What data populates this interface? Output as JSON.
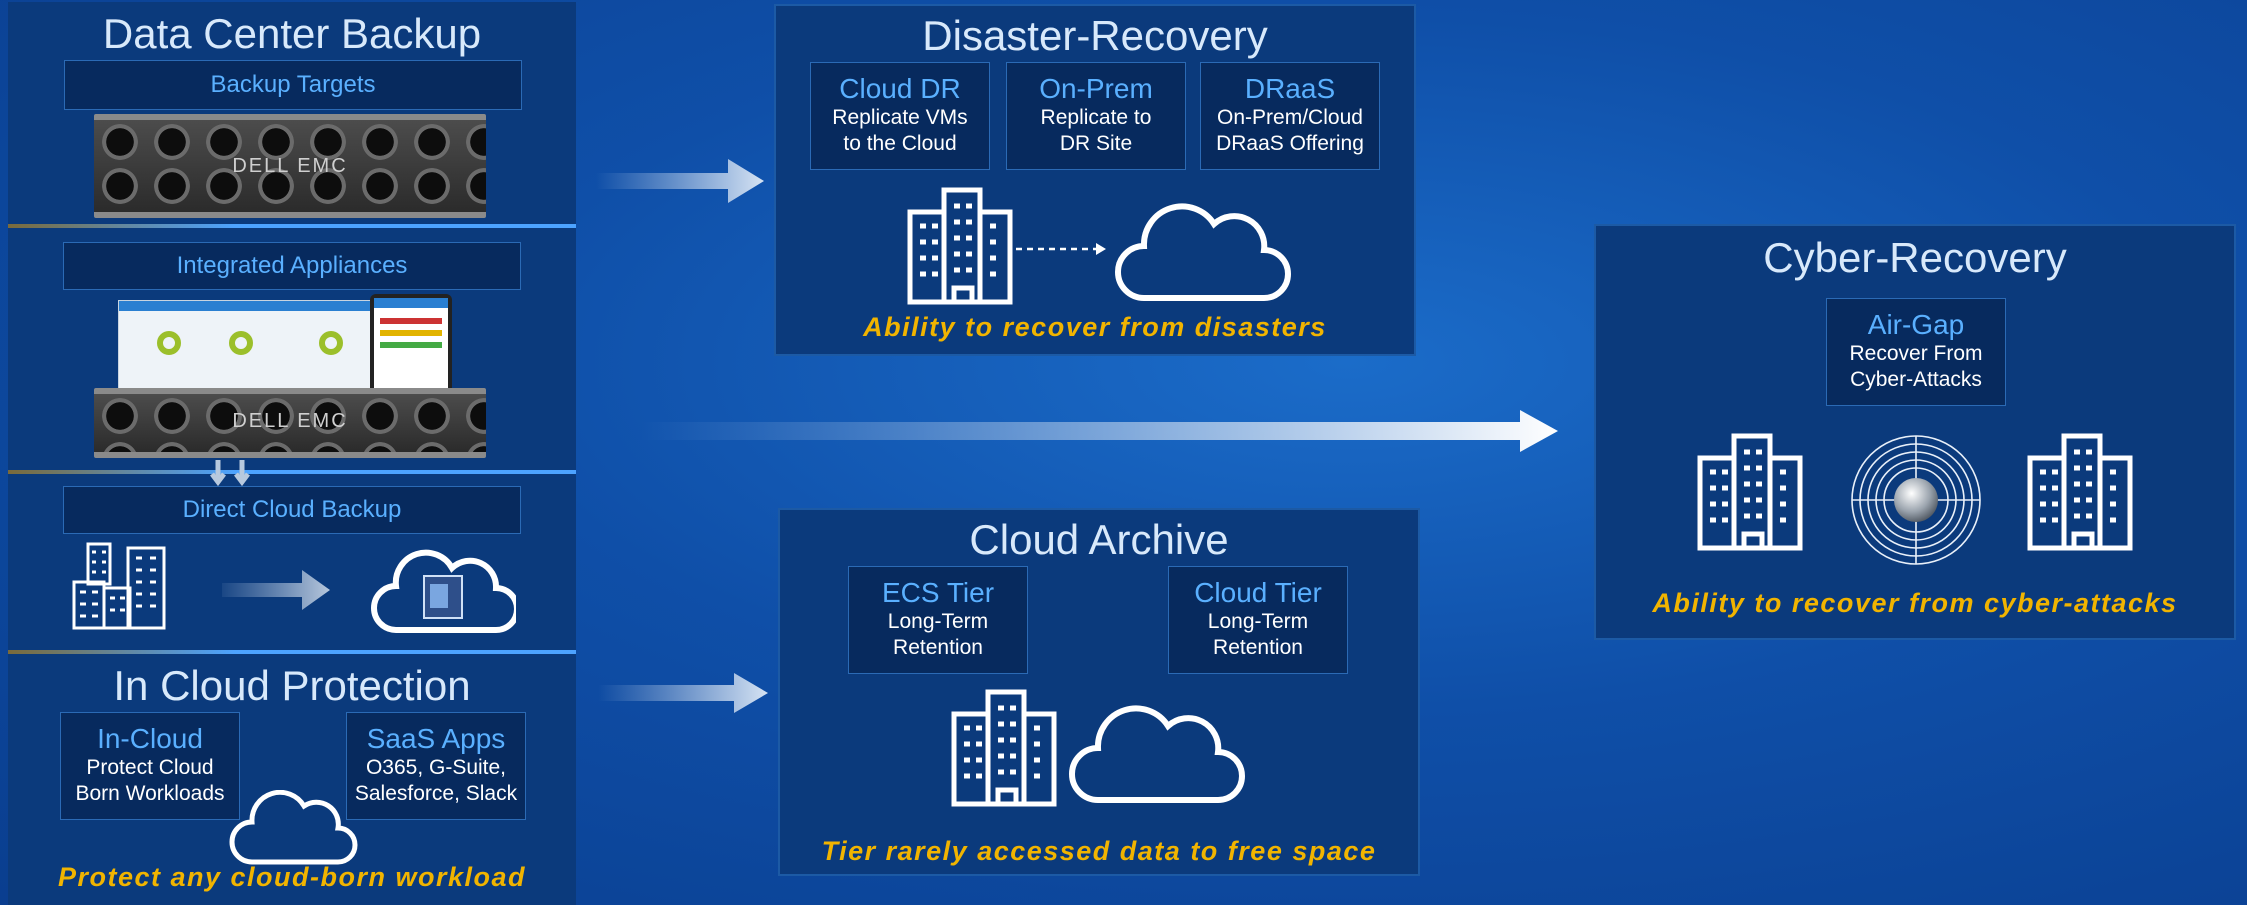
{
  "left_panel": {
    "title": "Data Center Backup",
    "backup_targets": "Backup Targets",
    "integrated_appliances": "Integrated Appliances",
    "direct_cloud_backup": "Direct Cloud Backup",
    "hardware_logo": "DELL EMC",
    "in_cloud_title": "In Cloud Protection",
    "in_cloud_box": {
      "heading": "In-Cloud",
      "line1": "Protect Cloud",
      "line2": "Born Workloads"
    },
    "saas_box": {
      "heading": "SaaS Apps",
      "line1": "O365, G-Suite,",
      "line2": "Salesforce, Slack"
    },
    "tagline": "Protect any cloud-born workload"
  },
  "disaster_recovery": {
    "title": "Disaster-Recovery",
    "boxes": [
      {
        "heading": "Cloud DR",
        "line1": "Replicate VMs",
        "line2": "to the Cloud"
      },
      {
        "heading": "On-Prem",
        "line1": "Replicate to",
        "line2": "DR Site"
      },
      {
        "heading": "DRaaS",
        "line1": "On-Prem/Cloud",
        "line2": "DRaaS Offering"
      }
    ],
    "tagline": "Ability to recover from disasters"
  },
  "cloud_archive": {
    "title": "Cloud Archive",
    "boxes": [
      {
        "heading": "ECS Tier",
        "line1": "Long-Term",
        "line2": "Retention"
      },
      {
        "heading": "Cloud Tier",
        "line1": "Long-Term",
        "line2": "Retention"
      }
    ],
    "tagline": "Tier rarely accessed data to free space"
  },
  "cyber_recovery": {
    "title": "Cyber-Recovery",
    "box": {
      "heading": "Air-Gap",
      "line1": "Recover From",
      "line2": "Cyber-Attacks"
    },
    "tagline": "Ability to recover from cyber-attacks"
  },
  "colors": {
    "panel": "#0b3a7c",
    "heading_blue": "#5ab0ff",
    "tagline_gold": "#f1b400",
    "separator": "#4da3ff"
  }
}
